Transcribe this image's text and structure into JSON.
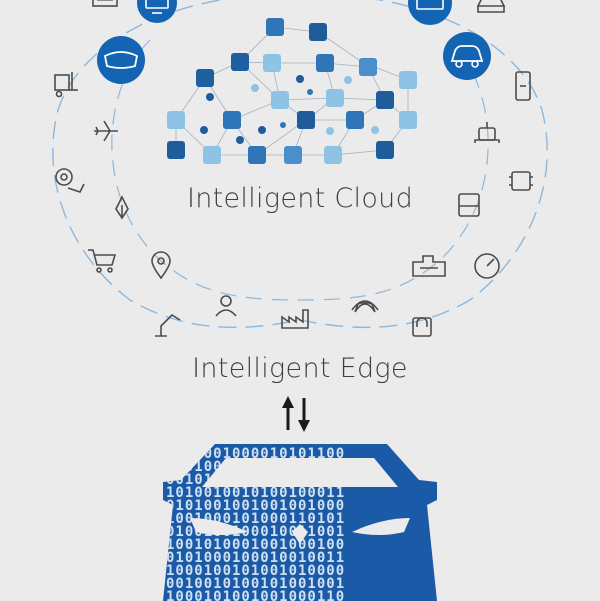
{
  "labels": {
    "cloud": "Intelligent Cloud",
    "edge": "Intelligent Edge"
  },
  "car": {
    "binary_rows": [
      "0101001000010101100",
      "1001001001110100100",
      "0010100100011000001",
      "1010010010100100011",
      "0101001001001001000",
      "1001000101000110101",
      "0100100100010011001",
      "1001010001001000100",
      "0101000100010010011",
      "1000100101001010000",
      "0010010100101001001",
      "1000101001001000110"
    ]
  },
  "colors": {
    "background": "#ebebeb",
    "accent": "#1464b4",
    "accent_light": "#8fc3e6",
    "line": "#8cb8dc",
    "icon_stroke": "#4c4c4c",
    "car_body": "#1b5aa6",
    "car_digits": "#cfe0f2"
  },
  "icons": [
    "billboard-icon",
    "monitor-icon",
    "vr-headset-icon",
    "forklift-icon",
    "airplane-icon",
    "gear-hand-icon",
    "crop-icon",
    "shopping-cart-icon",
    "location-pin-icon",
    "robot-arm-icon",
    "person-icon",
    "factory-icon",
    "gamepad-icon",
    "lock-icon",
    "school-building-icon",
    "gauge-icon",
    "bus-icon",
    "chip-icon",
    "robot-icon",
    "phone-icon",
    "car-icon",
    "laptop-icon"
  ]
}
